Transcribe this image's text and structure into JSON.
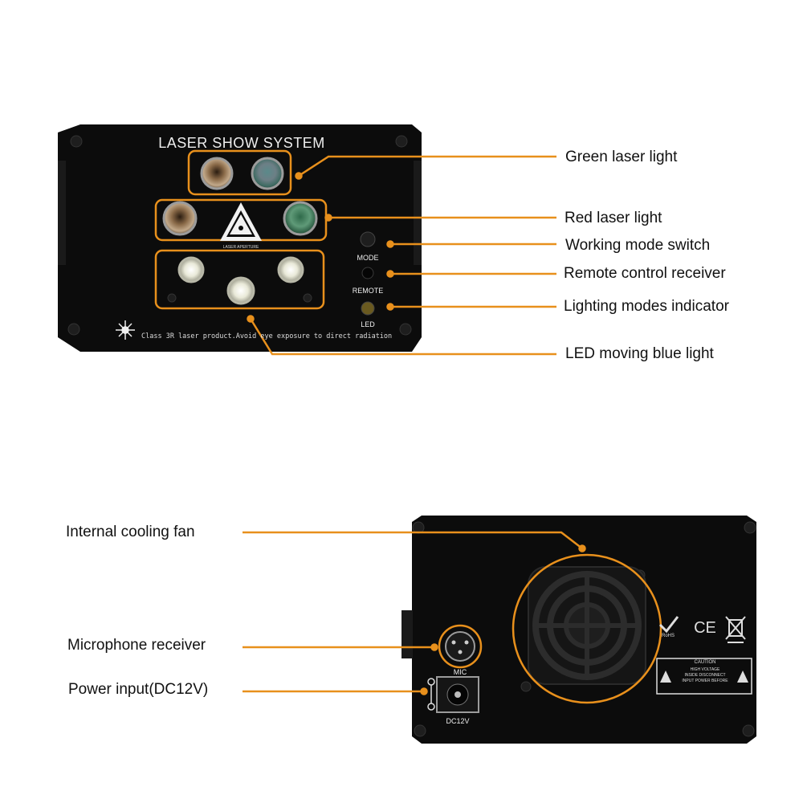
{
  "front_panel": {
    "title": "LASER SHOW SYSTEM",
    "aperture_text": "LASER APERTURE",
    "warning_text": "Class 3R laser product.Avoid eye exposure to direct radiation",
    "mode_label": "MODE",
    "remote_label": "REMOTE",
    "led_label": "LED"
  },
  "front_callouts": [
    "Green laser light",
    "Red laser light",
    "Working mode switch",
    "Remote control receiver",
    "Lighting modes indicator",
    "LED moving blue light"
  ],
  "back_panel": {
    "mic_label": "MIC",
    "dc_label": "DC12V",
    "rohs_label": "RoHS",
    "ce_label": "CE",
    "caution_title": "CAUTION",
    "caution_lines": [
      "HIGH VOLTAGE",
      "INSIDE DISCONNECT",
      "INPUT POWER BEFORE"
    ]
  },
  "back_callouts": [
    "Internal cooling fan",
    "Microphone receiver",
    "Power input(DC12V)"
  ],
  "colors": {
    "accent": "#e8901c",
    "device_body": "#0c0c0c",
    "device_print": "#dddddd"
  }
}
